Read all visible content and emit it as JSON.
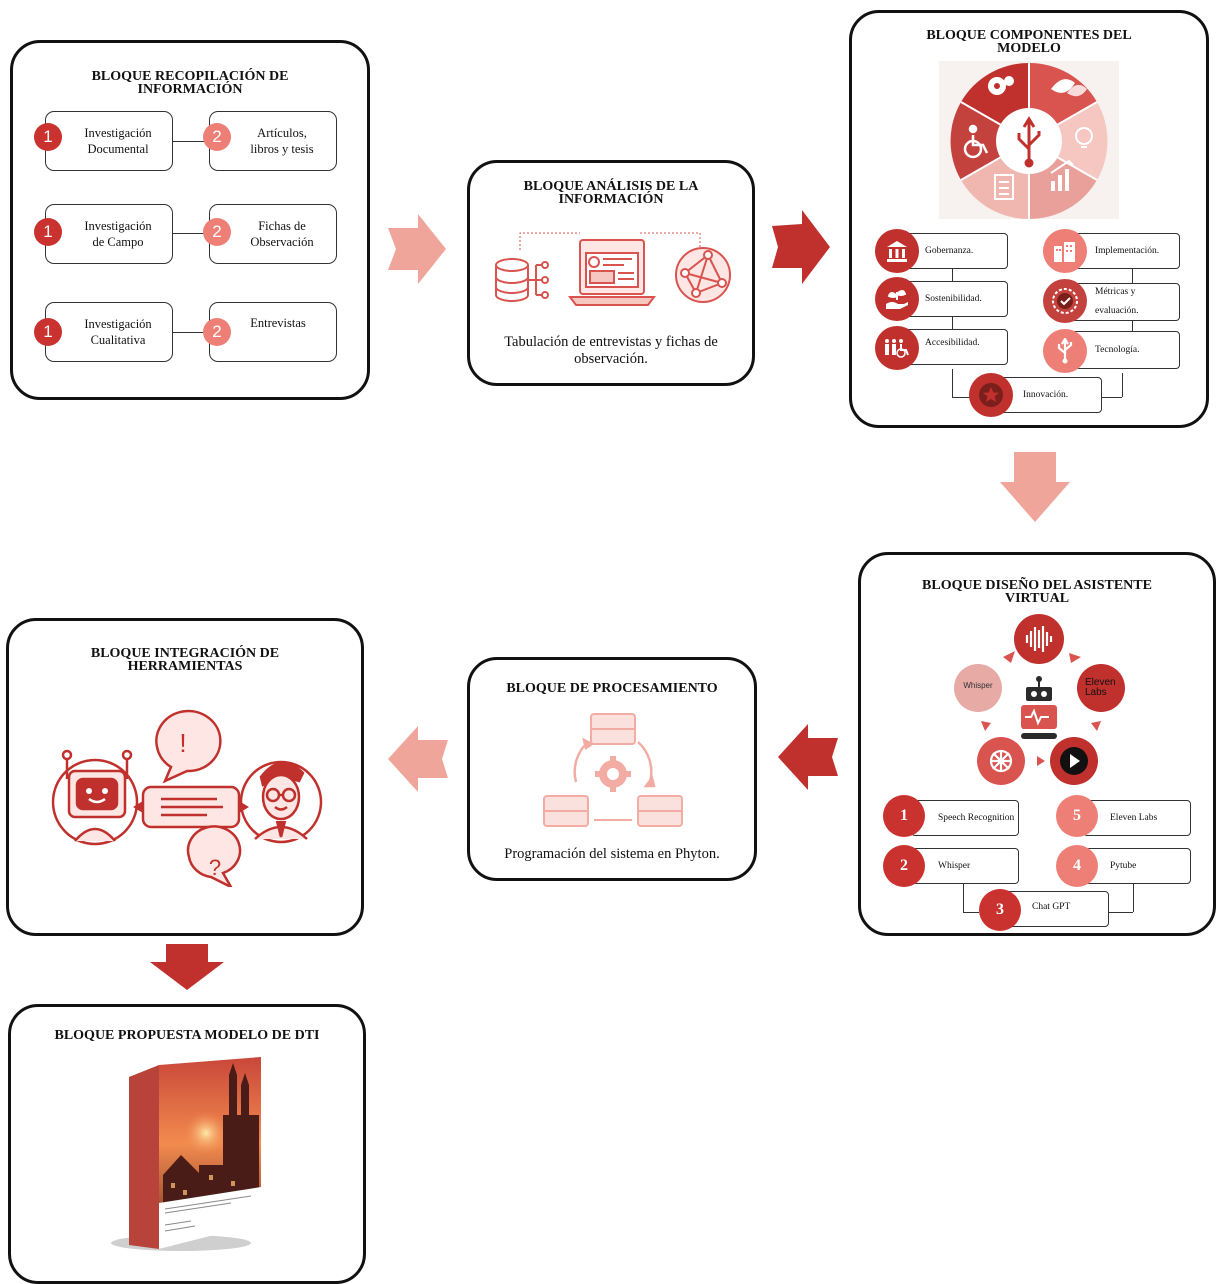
{
  "colors": {
    "dark_red": "#c0302c",
    "mid_red": "#d9534f",
    "salmon": "#f0a59b",
    "pink": "#f27e76",
    "light_pink": "#f6c6c0"
  },
  "recopilacion": {
    "title": "BLOQUE RECOPILACIÓN DE INFORMACIÓN",
    "rows": [
      {
        "left_num": "1",
        "left": "Investigación Documental",
        "right_num": "2",
        "right": "Artículos, libros y tesis"
      },
      {
        "left_num": "1",
        "left": "Investigación de Campo",
        "right_num": "2",
        "right": "Fichas de Observación"
      },
      {
        "left_num": "1",
        "left": "Investigación Cualitativa",
        "right_num": "2",
        "right": "Entrevistas"
      }
    ]
  },
  "analisis": {
    "title": "BLOQUE ANÁLISIS DE LA INFORMACIÓN",
    "caption": "Tabulación de entrevistas y fichas de observación.",
    "icons": [
      "database-icon",
      "laptop-dashboard-icon",
      "network-graph-icon"
    ]
  },
  "componentes": {
    "title": "BLOQUE COMPONENTES DEL MODELO",
    "wheel_icons": [
      "gear-icon",
      "leaf-icon",
      "lightbulb-icon",
      "growth-chart-icon",
      "checklist-icon",
      "wheelchair-icon",
      "usb-icon"
    ],
    "items": [
      {
        "label": "Gobernanza.",
        "icon": "bank-icon"
      },
      {
        "label": "Implementación.",
        "icon": "buildings-icon"
      },
      {
        "label": "Sostenibilidad.",
        "icon": "hand-plant-icon"
      },
      {
        "label": "Métricas y evaluación.",
        "icon": "badge-check-icon"
      },
      {
        "label": "Accesibilidad.",
        "icon": "people-icon"
      },
      {
        "label": "Tecnología.",
        "icon": "usb-icon"
      },
      {
        "label": "Innovación.",
        "icon": "star-icon"
      }
    ]
  },
  "diseno": {
    "title": "BLOQUE DISEÑO DEL ASISTENTE VIRTUAL",
    "cycle": {
      "whisper": "Whisper",
      "eleven": "Eleven Labs"
    },
    "items": [
      {
        "num": "1",
        "label": "Speech Recognition"
      },
      {
        "num": "5",
        "label": "Eleven Labs"
      },
      {
        "num": "2",
        "label": "Whisper"
      },
      {
        "num": "4",
        "label": "Pytube"
      },
      {
        "num": "3",
        "label": "Chat GPT"
      }
    ]
  },
  "procesamiento": {
    "title": "BLOQUE DE PROCESAMIENTO",
    "caption": "Programación del sistema en Phyton."
  },
  "integracion": {
    "title": "BLOQUE INTEGRACIÓN DE HERRAMIENTAS",
    "bubble_excl": "!",
    "bubble_q": "?"
  },
  "propuesta": {
    "title": "BLOQUE PROPUESTA MODELO DE DTI"
  }
}
